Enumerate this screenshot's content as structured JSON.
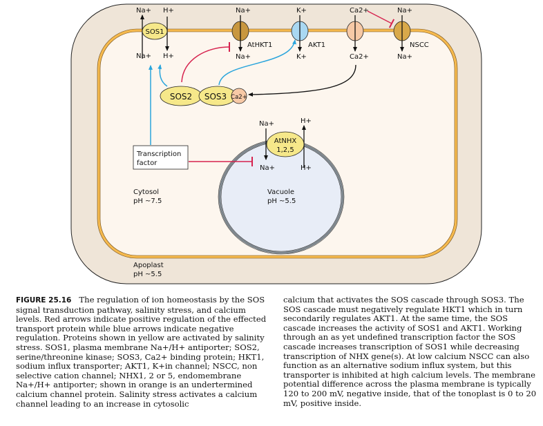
{
  "diagram": {
    "compartments": {
      "cytosol": {
        "name": "Cytosol",
        "ph": "pH ~7.5"
      },
      "vacuole": {
        "name": "Vacuole",
        "ph": "pH ~5.5"
      },
      "apoplast": {
        "name": "Apoplast",
        "ph": "pH ~5.5"
      }
    },
    "proteins": {
      "sos1": "SOS1",
      "sos2": "SOS2",
      "sos3": "SOS3",
      "ca_bound": "Ca2+",
      "athkt1": "AtHKT1",
      "akt1": "AKT1",
      "nscc": "NSCC",
      "atnhx_line1": "AtNHX",
      "atnhx_line2": "1,2,5",
      "transcription_line1": "Transcription",
      "transcription_line2": "factor"
    },
    "ions": {
      "sos1_na_out": "Na+",
      "sos1_h_out": "H+",
      "sos1_na_in": "Na+",
      "sos1_h_in": "H+",
      "hkt1_na_out": "Na+",
      "hkt1_na_in": "Na+",
      "akt1_k_out": "K+",
      "akt1_k_in": "K+",
      "ca_channel_out": "Ca2+",
      "ca_channel_in": "Ca2+",
      "nscc_na_out": "Na+",
      "nscc_na_in": "Na+",
      "nhx_na_cyt": "Na+",
      "nhx_h_cyt": "H+",
      "nhx_na_vac": "Na+",
      "nhx_h_vac": "H+"
    },
    "colors": {
      "cell_wall": "#efe5d8",
      "cytosol": "#fdf6ee",
      "membrane": "#f5b94e",
      "sos_yellow": "#f6e88a",
      "hkt1_brown": "#c8973f",
      "akt1_blue": "#a9d8f2",
      "ca_channel_orange": "#f7c9a6",
      "nscc_gold": "#d9a94a",
      "vacuole": "#e8edf7",
      "tonoplast": "#7d868d",
      "positive_arrow_red": "#d6224e",
      "negative_arrow_blue": "#2aa5dc"
    }
  },
  "caption": {
    "figure_label": "FIGURE 25.16",
    "left_text": "The regulation of ion homeostasis by the SOS signal transduction pathway, salinity stress, and calcium levels. Red arrows indicate positive regulation of the effected transport protein while blue arrows indicate negative regulation. Proteins shown in yellow are activated by salinity stress. SOS1, plasma membrane Na+/H+ antiporter; SOS2, serine/threonine kinase; SOS3, Ca2+ binding protein; HKT1, sodium influx transporter; AKT1, K+in channel; NSCC, non selective cation channel; NHX1, 2 or 5, endomembrane Na+/H+ antiporter; shown in orange is an undertermined calcium channel protein. Salinity stress activates a calcium channel leading to an increase in cytosolic",
    "right_text": "calcium that activates the SOS cascade through SOS3. The SOS cascade must negatively regulate HKT1 which in turn secondarily regulates AKT1. At the same time, the SOS cascade increases the activity of SOS1 and AKT1. Working through an as yet undefined transcription factor the SOS cascade increases transcription of SOS1 while decreasing transcription of NHX gene(s). At low calcium NSCC can also function as an alternative sodium influx system, but this transporter is inhibited at high calcium levels. The membrane potential difference across the plasma membrane is typically 120 to 200 mV, negative inside, that of the tonoplast is 0 to 20 mV, positive inside."
  }
}
